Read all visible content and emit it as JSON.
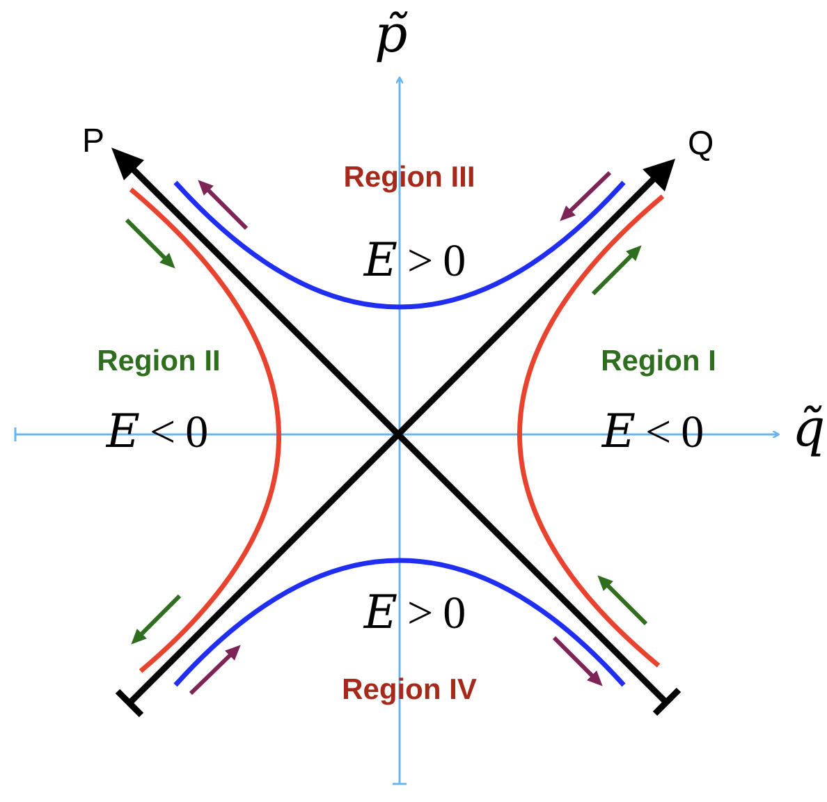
{
  "axes": {
    "horizontal_label": "q̃",
    "vertical_label": "p̃",
    "color": "#6ab4ee"
  },
  "separatrices": {
    "p_label": "P",
    "q_label": "Q",
    "color": "#000000"
  },
  "regions": {
    "region_1": {
      "label": "Region I",
      "energy": {
        "var": "E",
        "rel": "<",
        "val": "0"
      },
      "color": "#2e6e1e"
    },
    "region_2": {
      "label": "Region II",
      "energy": {
        "var": "E",
        "rel": "<",
        "val": "0"
      },
      "color": "#2e6e1e"
    },
    "region_3": {
      "label": "Region III",
      "energy": {
        "var": "E",
        "rel": ">",
        "val": "0"
      },
      "color": "#a52a1c"
    },
    "region_4": {
      "label": "Region IV",
      "energy": {
        "var": "E",
        "rel": ">",
        "val": "0"
      },
      "color": "#a52a1c"
    }
  },
  "curve_colors": {
    "negative_energy": "#e8432e",
    "positive_energy": "#1f2ef0"
  },
  "flow_arrow_colors": {
    "negative_energy": "#2e6e1e",
    "positive_energy": "#7d2457"
  }
}
